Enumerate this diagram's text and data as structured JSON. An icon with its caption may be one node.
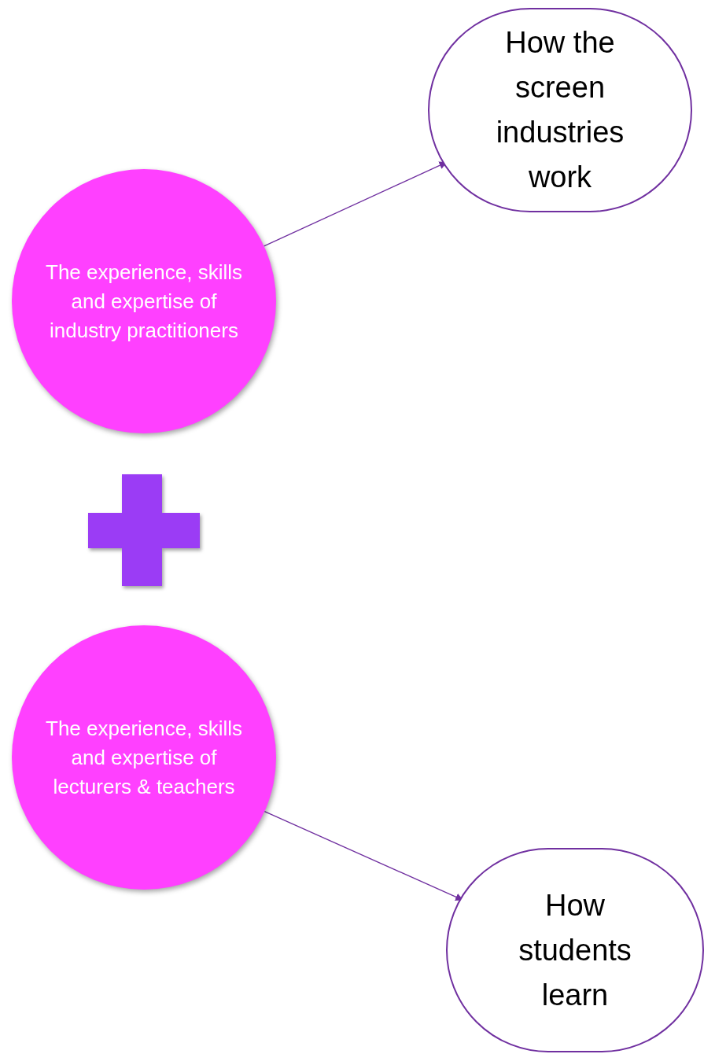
{
  "diagram": {
    "nodes": [
      {
        "text": [
          "How the screen industries work"
        ]
      },
      {
        "text": [
          "The experience, skills and expertise of industry practitioners"
        ]
      },
      {
        "text": [
          "The experience, skills and expertise of lecturers & teachers"
        ]
      },
      {
        "text": [
          "How students learn"
        ]
      }
    ],
    "edges": [
      {
        "from": 1,
        "to": 0,
        "arrow": "to"
      },
      {
        "from": 2,
        "to": 3,
        "arrow": "to"
      }
    ]
  }
}
